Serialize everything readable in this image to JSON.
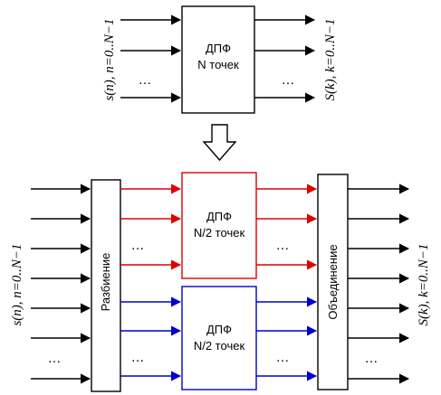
{
  "colors": {
    "black": "#000000",
    "red": "#e00000",
    "blue": "#0000cc"
  },
  "top": {
    "block_title": "ДПФ",
    "block_subtitle": "N точек",
    "input_label": "s(n), n=0..N−1",
    "output_label": "S(k), k=0..N−1",
    "ellipsis_in": "…",
    "ellipsis_out": "…"
  },
  "transition": {
    "arrow_icon": "hollow-down-arrow"
  },
  "bottom": {
    "split_label": "Разбиение",
    "merge_label": "Объединение",
    "upper_dft_title": "ДПФ",
    "upper_dft_subtitle": "N/2 точек",
    "lower_dft_title": "ДПФ",
    "lower_dft_subtitle": "N/2 точек",
    "input_label": "s(n), n=0..N−1",
    "output_label": "S(k), k=0..N−1",
    "ellipsis_in": "…",
    "ellipsis_red_in": "…",
    "ellipsis_red_out": "…",
    "ellipsis_blue_in": "…",
    "ellipsis_blue_out": "…",
    "ellipsis_out": "…"
  }
}
